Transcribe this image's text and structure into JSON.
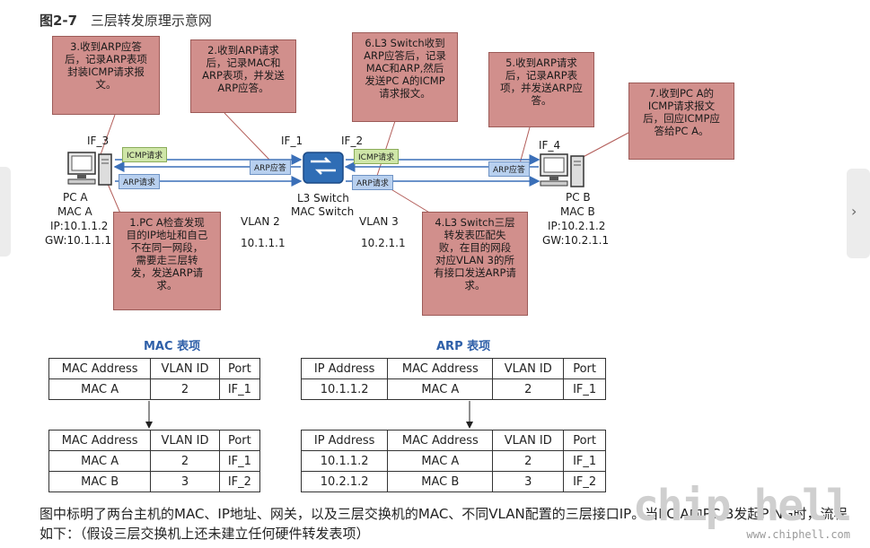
{
  "figure": {
    "number": "图2-7",
    "title": "三层转发原理示意网"
  },
  "notes": {
    "n1": "1.PC A检查发现\n目的IP地址和自己\n不在同一网段，\n需要走三层转\n发，发送ARP请\n求。",
    "n2": "2.收到ARP请求\n后，记录MAC和\nARP表项，并发送\nARP应答。",
    "n3": "3.收到ARP应答\n后，记录ARP表项\n封装ICMP请求报\n文。",
    "n4": "4.L3 Switch三层\n转发表匹配失\n败，在目的网段\n对应VLAN 3的所\n有接口发送ARP请\n求。",
    "n5": "5.收到ARP请求\n后，记录ARP表\n项，并发送ARP应\n答。",
    "n6": "6.L3 Switch收到\nARP应答后，记录\nMAC和ARP,然后\n发送PC A的ICMP\n请求报文。",
    "n7": "7.收到PC A的\nICMP请求报文\n后，回应ICMP应\n答给PC A。"
  },
  "topology": {
    "pc_a": {
      "iface": "IF_3",
      "name": "PC A",
      "mac": "MAC A",
      "ip": "IP:10.1.1.2",
      "gw": "GW:10.1.1.1"
    },
    "pc_b": {
      "iface": "IF_4",
      "name": "PC B",
      "mac": "MAC B",
      "ip": "IP:10.2.1.2",
      "gw": "GW:10.2.1.1"
    },
    "switch": {
      "if1": "IF_1",
      "if2": "IF_2",
      "name": "L3 Switch",
      "mac": "MAC Switch"
    },
    "vlan2": {
      "name": "VLAN 2",
      "subnet": "10.1.1.1"
    },
    "vlan3": {
      "name": "VLAN 3",
      "subnet": "10.2.1.1"
    },
    "tags": {
      "icmp_request": "ICMP请求",
      "arp_request": "ARP请求",
      "arp_reply": "ARP应答"
    }
  },
  "mac_table": {
    "title": "MAC 表项",
    "headers": [
      "MAC Address",
      "VLAN ID",
      "Port"
    ],
    "before": [
      [
        "MAC A",
        "2",
        "IF_1"
      ]
    ],
    "after": [
      [
        "MAC A",
        "2",
        "IF_1"
      ],
      [
        "MAC B",
        "3",
        "IF_2"
      ]
    ]
  },
  "arp_table": {
    "title": "ARP 表项",
    "headers": [
      "IP Address",
      "MAC Address",
      "VLAN ID",
      "Port"
    ],
    "before": [
      [
        "10.1.1.2",
        "MAC A",
        "2",
        "IF_1"
      ]
    ],
    "after": [
      [
        "10.1.1.2",
        "MAC A",
        "2",
        "IF_1"
      ],
      [
        "10.2.1.2",
        "MAC B",
        "3",
        "IF_2"
      ]
    ]
  },
  "body_text": "图中标明了两台主机的MAC、IP地址、网关，以及三层交换机的MAC、不同VLAN配置的三层接口IP。当PC A向PC B发起PING时，流程如下：（假设三层交换机上还未建立任何硬件转发表项）",
  "watermark": {
    "logo": "chip hell",
    "url": "www.chiphell.com"
  },
  "colors": {
    "note_fill": "#d18f8c",
    "icmp_tag": "#cfe6a8",
    "arp_tag": "#b8d0ef",
    "arrow": "#3a6fb8",
    "table_title": "#2e5fa8",
    "switch": "#2f6db5"
  }
}
